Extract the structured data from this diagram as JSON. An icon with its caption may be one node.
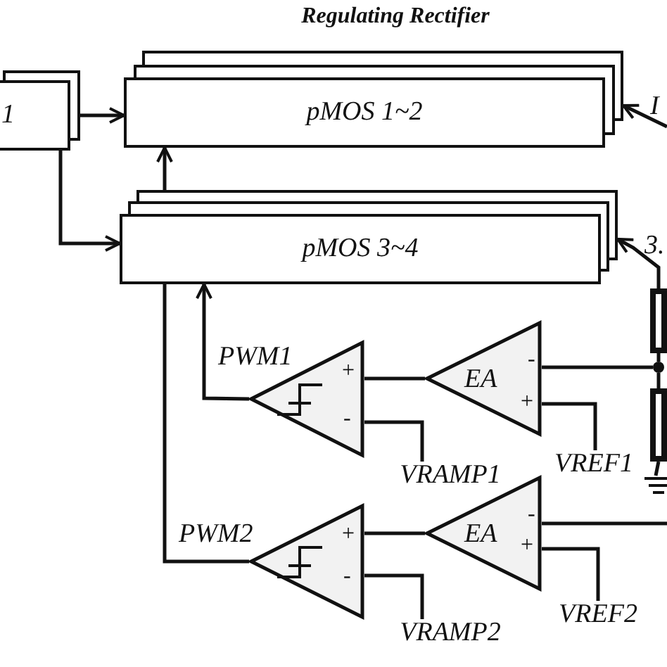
{
  "diagram": {
    "title": "Regulating Rectifier",
    "nodes": [
      {
        "text": [
          "1"
        ]
      },
      {
        "text": [
          "pMOS 1~2"
        ]
      },
      {
        "text": [
          "pMOS 3~4"
        ]
      },
      {
        "text": [
          "+",
          "-"
        ],
        "beside": [
          "PWM1"
        ]
      },
      {
        "text": [
          "EA",
          "-",
          "+"
        ]
      },
      {
        "text": [
          "+",
          "-"
        ],
        "beside": [
          "PWM2"
        ]
      },
      {
        "text": [
          "EA",
          "-",
          "+"
        ]
      },
      {
        "text": [
          "VRAMP1"
        ]
      },
      {
        "text": [
          "VREF1"
        ]
      },
      {
        "text": [
          "VRAMP2"
        ]
      },
      {
        "text": [
          "VREF2"
        ]
      },
      {
        "text": [],
        "shape": "resistor"
      },
      {
        "text": [],
        "shape": "circle"
      },
      {
        "text": [],
        "shape": "resistor"
      },
      {
        "text": [],
        "shape": "ground"
      }
    ],
    "edges": [
      {
        "from": 0,
        "to": 1,
        "arrow": "to"
      },
      {
        "from": 0,
        "to": 2,
        "arrow": "to"
      },
      {
        "from": 2,
        "to": 1,
        "arrow": "to"
      },
      {
        "from": 5,
        "to": 2,
        "arrow": "none"
      },
      {
        "from": 3,
        "to": 2,
        "arrow": "to"
      },
      {
        "from": 4,
        "to": 3,
        "arrow": "none"
      },
      {
        "from": 6,
        "to": 5,
        "arrow": "none"
      },
      {
        "from": null,
        "to": 1,
        "arrow": "to"
      },
      {
        "from": 11,
        "to": 2,
        "arrow": "to"
      },
      {
        "from": 3,
        "to": 7,
        "arrow": "none"
      },
      {
        "from": 4,
        "to": 8,
        "arrow": "none"
      },
      {
        "from": 5,
        "to": 9,
        "arrow": "none"
      },
      {
        "from": 6,
        "to": 10,
        "arrow": "none"
      },
      {
        "from": 4,
        "to": 12,
        "arrow": "none"
      },
      {
        "from": 11,
        "to": 12,
        "arrow": "none"
      },
      {
        "from": 12,
        "to": 13,
        "arrow": "none"
      },
      {
        "from": 13,
        "to": 14,
        "arrow": "none"
      },
      {
        "from": 6,
        "to": null,
        "arrow": "none"
      }
    ],
    "labels": [
      "I",
      "3."
    ]
  }
}
